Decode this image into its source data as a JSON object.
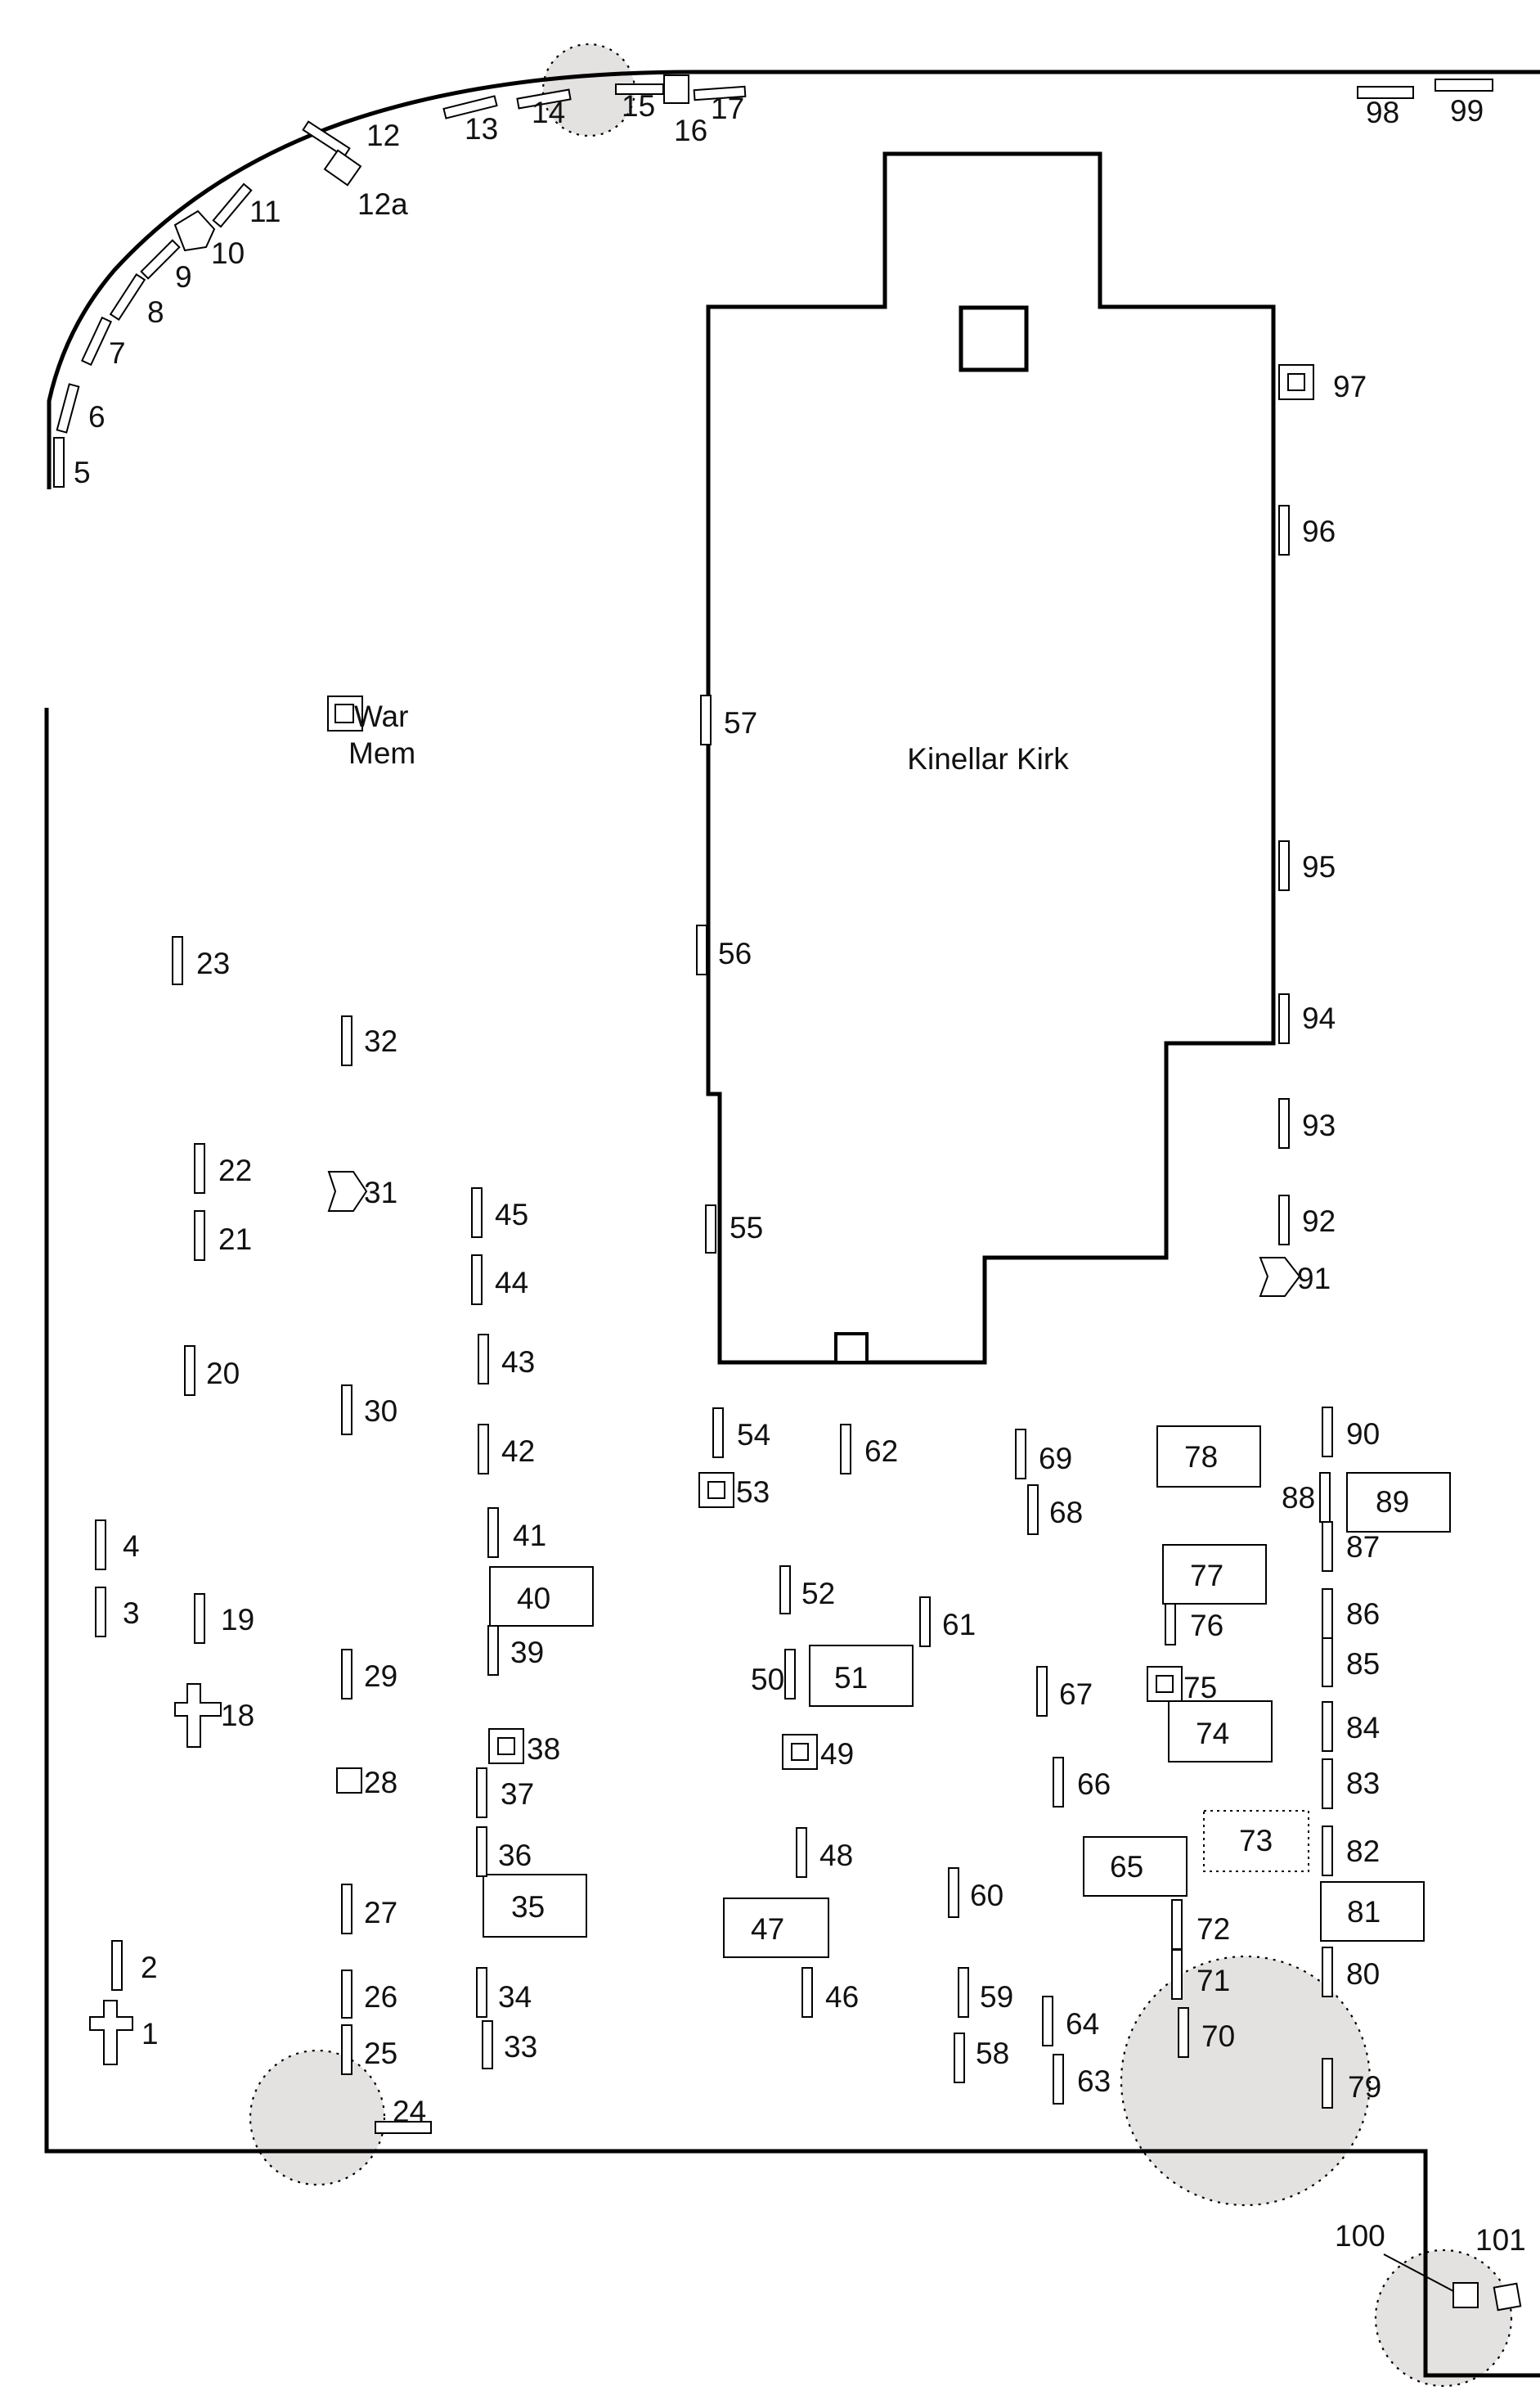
{
  "map": {
    "church_label": "Kinellar Kirk",
    "war_memorial_label_line1": "War",
    "war_memorial_label_line2": "Mem",
    "plot_numbers": [
      "1",
      "2",
      "3",
      "4",
      "5",
      "6",
      "7",
      "8",
      "9",
      "10",
      "11",
      "12",
      "12a",
      "13",
      "14",
      "15",
      "16",
      "17",
      "18",
      "19",
      "20",
      "21",
      "22",
      "23",
      "24",
      "25",
      "26",
      "27",
      "28",
      "29",
      "30",
      "31",
      "32",
      "33",
      "34",
      "35",
      "36",
      "37",
      "38",
      "39",
      "40",
      "41",
      "42",
      "43",
      "44",
      "45",
      "46",
      "47",
      "48",
      "49",
      "50",
      "51",
      "52",
      "53",
      "54",
      "55",
      "56",
      "57",
      "58",
      "59",
      "60",
      "61",
      "62",
      "63",
      "64",
      "65",
      "66",
      "67",
      "68",
      "69",
      "70",
      "71",
      "72",
      "73",
      "74",
      "75",
      "76",
      "77",
      "78",
      "79",
      "80",
      "81",
      "82",
      "83",
      "84",
      "85",
      "86",
      "87",
      "88",
      "89",
      "90",
      "91",
      "92",
      "93",
      "94",
      "95",
      "96",
      "97",
      "98",
      "99",
      "100",
      "101"
    ],
    "tree_fill": "#e4e1e1",
    "line_color": "#000000"
  }
}
